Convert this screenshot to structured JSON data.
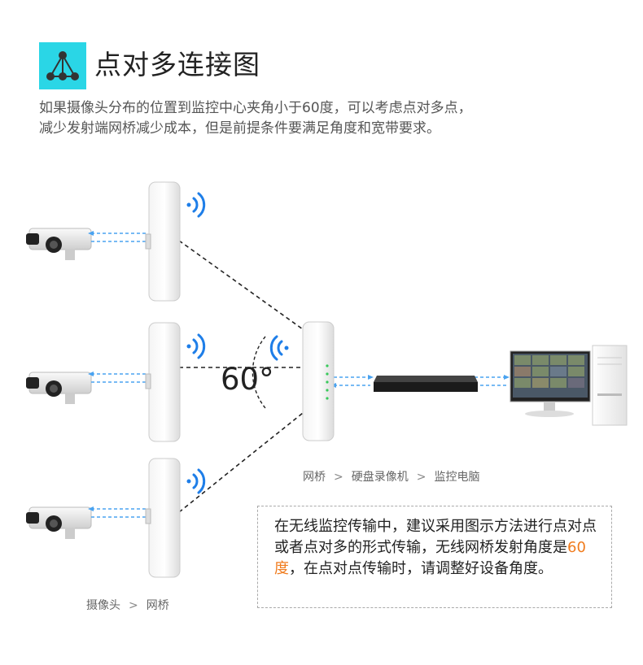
{
  "header": {
    "title": "点对多连接图",
    "icon": "network-topology-icon",
    "accent": "#2ad6e6"
  },
  "description": {
    "line1": "如果摄像头分布的位置到监控中心夹角小于60度，可以考虑点对多点，",
    "line2": "减少发射端网桥减少成本，但是前提条件要满足角度和宽带要求。"
  },
  "diagram": {
    "angle_label": "60°",
    "wifi_color": "#1e7ee8",
    "arrow_color": "#4aa3f0",
    "right_caption": {
      "a": "网桥",
      "sep": ">",
      "b": "硬盘录像机",
      "c": "监控电脑"
    },
    "left_caption": {
      "a": "摄像头",
      "sep": ">",
      "b": "网桥"
    }
  },
  "note": {
    "part1": "在无线监控传输中，建议采用图示方法进行点对点或者点对多的形式传输，无线网桥发射角度是",
    "highlight": "60度",
    "part2": "，在点对点传输时，请调整好设备角度。",
    "highlight_color": "#f07b1d"
  }
}
